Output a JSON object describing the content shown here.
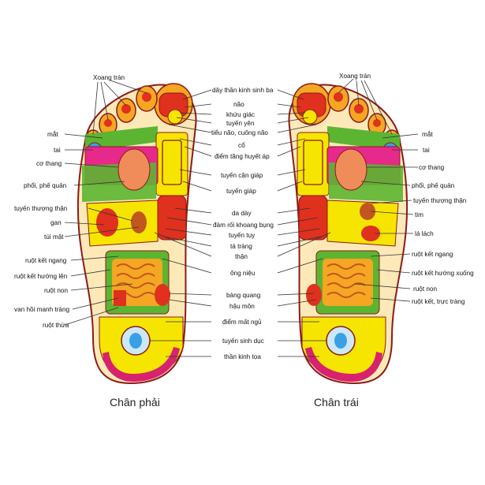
{
  "caption_right_foot": "Chân phải",
  "caption_left_foot": "Chân trái",
  "labels": {
    "xoang_tran_left": "Xoang trán",
    "xoang_tran_right": "Xoang trán",
    "mat_left": "mắt",
    "tai_left": "tai",
    "co_thang_left": "cơ thang",
    "phoi_left": "phổi, phế quản",
    "tuyen_thuong_than_left": "tuyến thượng thận",
    "gan": "gan",
    "tui_mat": "túi mật",
    "ruot_ket_ngang_left": "ruột kết ngang",
    "ruot_ket_huong_len": "ruột kết hướng lên",
    "ruot_non_left": "ruột non",
    "van_hoi_manh_trang": "van hồi manh tràng",
    "ruot_thua": "ruột thừa",
    "day_than_kinh_sinh_ba": "dây thần kinh sinh ba",
    "nao": "não",
    "khuu_giac": "khứu giác",
    "tuyen_yen": "tuyến yên",
    "tieu_nao": "tiểu não, cuống não",
    "co": "cổ",
    "diem_tang_huyet_ap": "điểm tăng huyết áp",
    "tuyen_can_giap": "tuyến cận giáp",
    "tuyen_giap": "tuyến giáp",
    "da_day": "da dày",
    "dam_roi_khoang_bung": "đám rối khoang bụng",
    "tuyen_tuy": "tuyến tụy",
    "ta_trang": "tá tràng",
    "than": "thận",
    "ong_nieu": "ống niệu",
    "bang_quang": "bàng quang",
    "hau_mon": "hậu môn",
    "diem_mat_ngu": "điểm mất ngủ",
    "tuyen_sinh_duc": "tuyến sinh dục",
    "than_kinh_toa": "thần kinh tọa",
    "mat_right": "mắt",
    "tai_right": "tai",
    "co_thang_right": "cơ thang",
    "phoi_right": "phổi, phế quản",
    "tuyen_thuong_than_right": "tuyến thượng thận",
    "tim": "tim",
    "la_lach": "lá lách",
    "ruot_ket_ngang_right": "ruột kết ngang",
    "ruot_ket_huong_xuong": "ruột kết hướng xuống",
    "ruot_non_right": "ruột non",
    "ruot_ket_truc_trang": "ruột kết, trực tràng"
  },
  "colors": {
    "foot_base": "#fde9b8",
    "outline": "#8b1a1a",
    "toe_orange": "#f5a623",
    "red": "#e0301e",
    "green": "#5cb531",
    "yellow": "#f6e500",
    "magenta": "#e6298a",
    "heel": "#d6226f",
    "blue": "#3aa0e6"
  }
}
